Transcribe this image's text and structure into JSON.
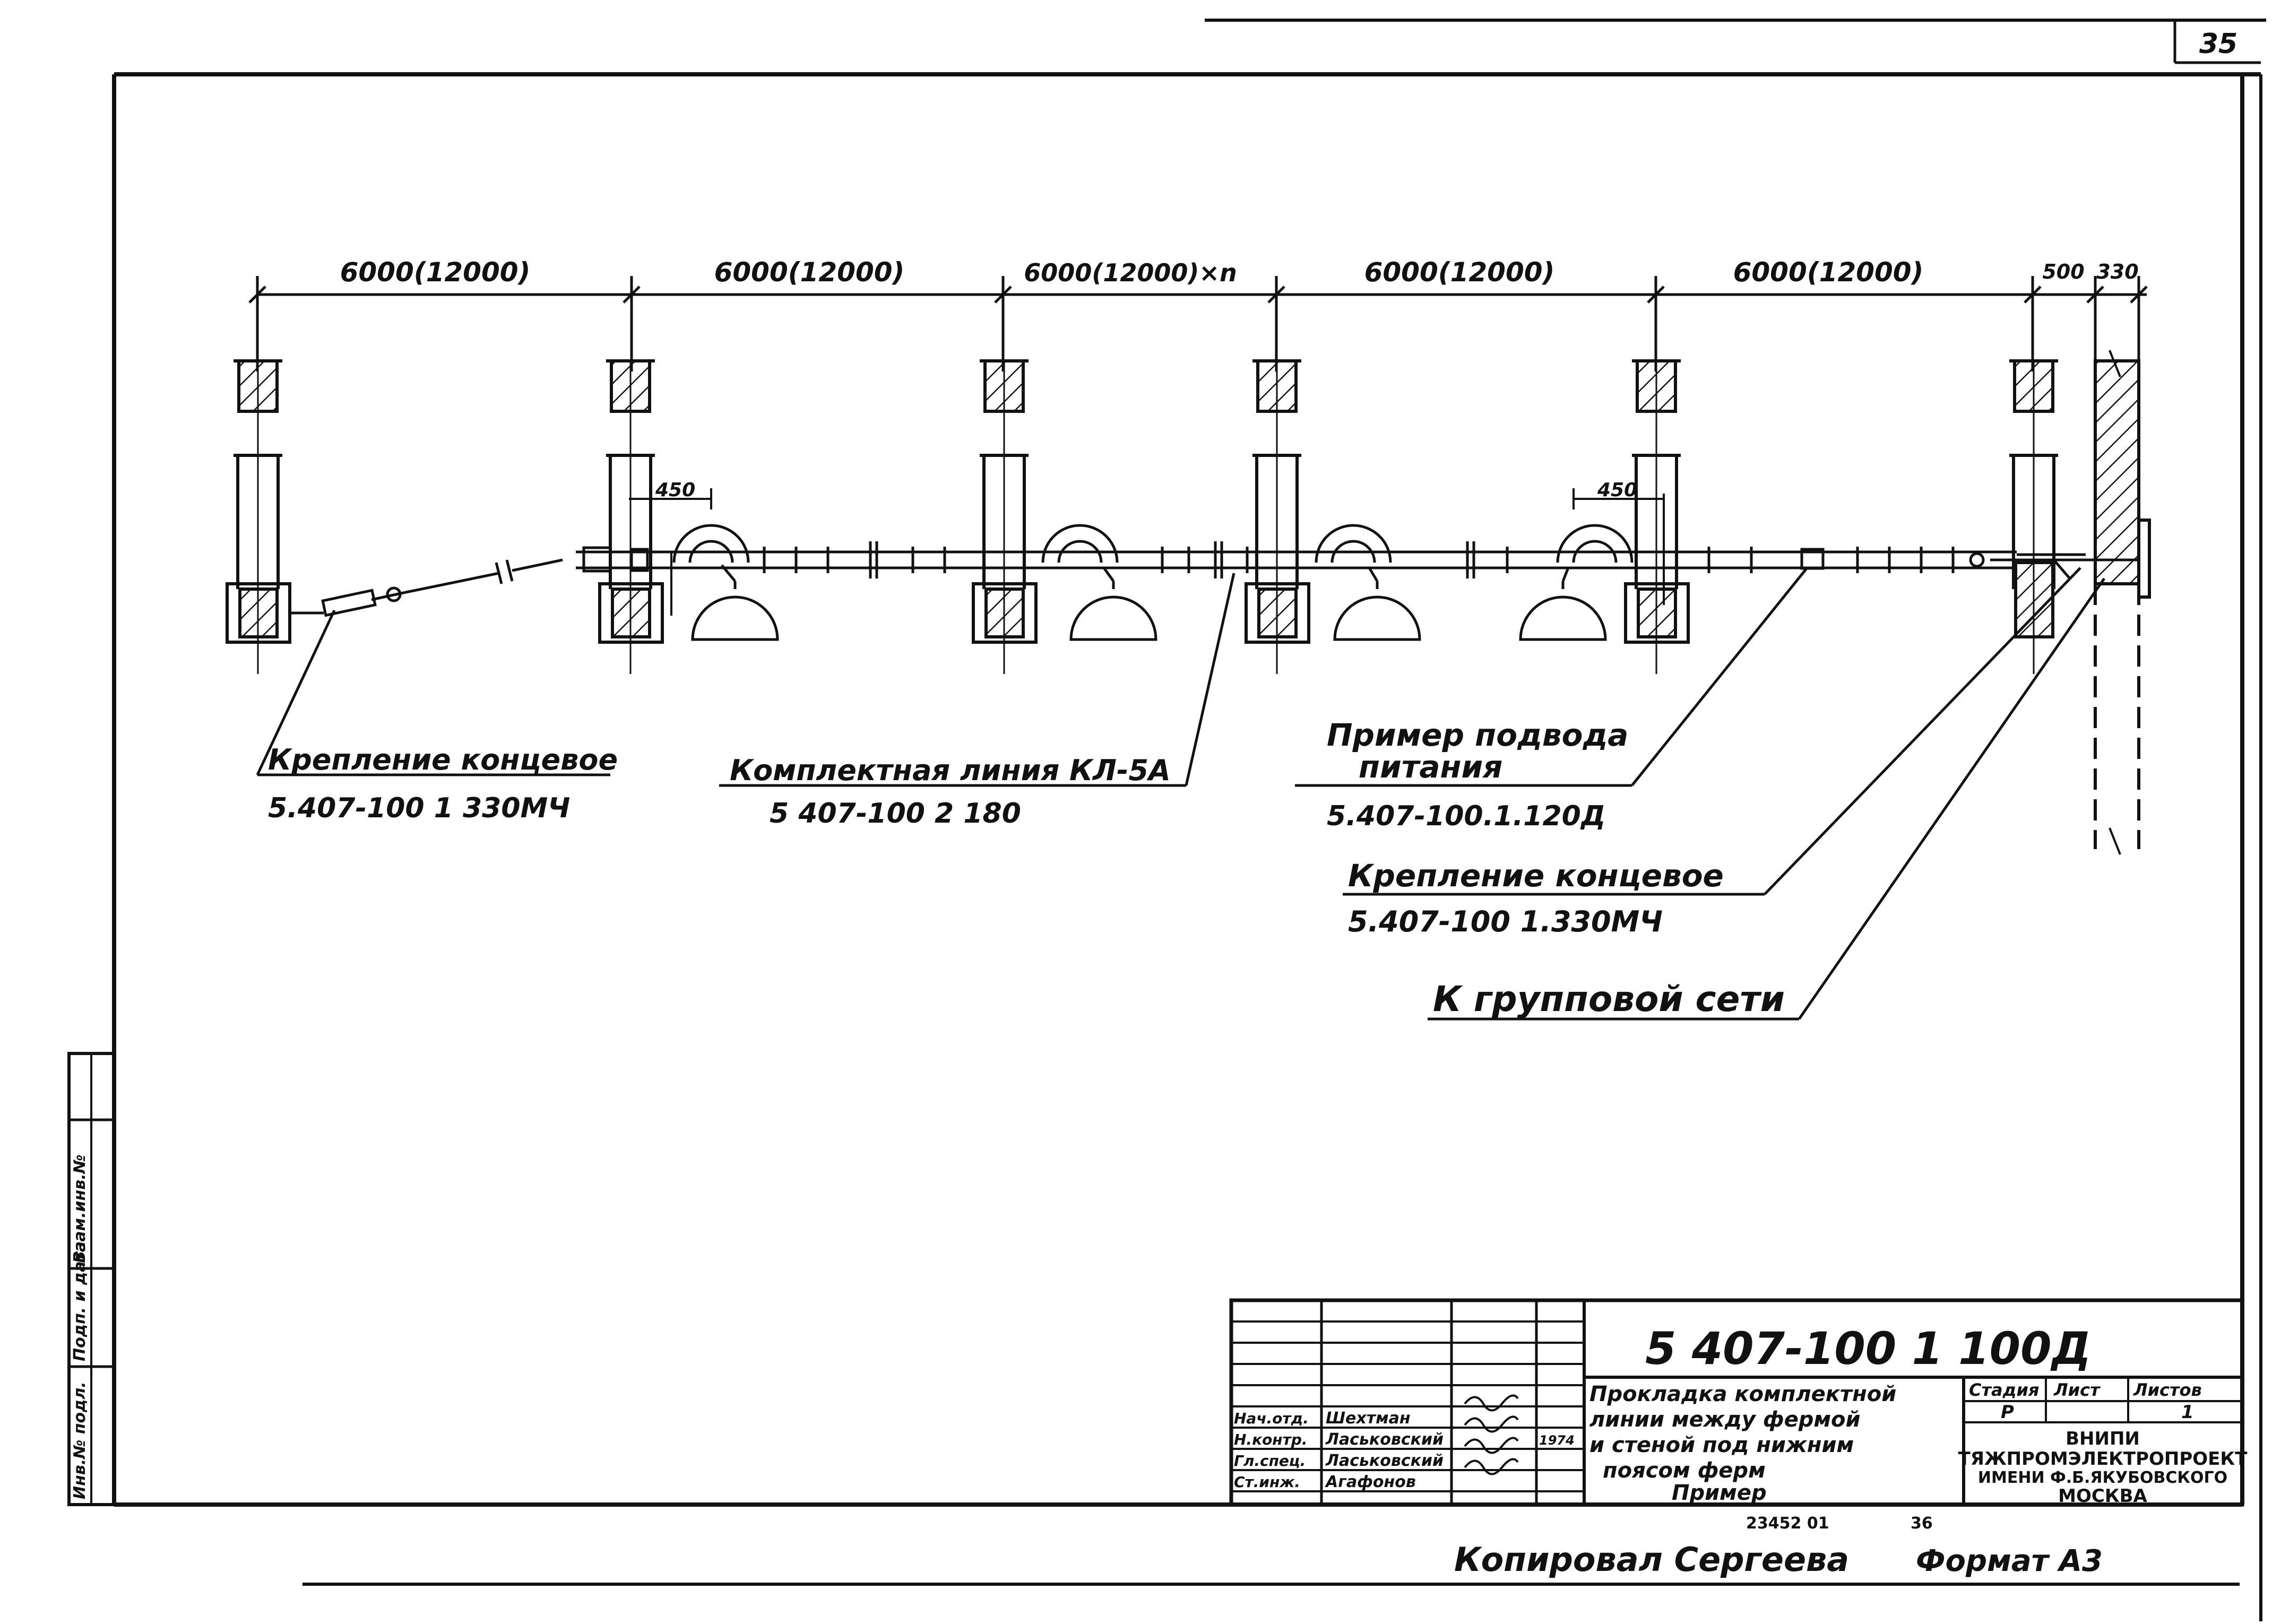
{
  "sheet": {
    "page_number": "35",
    "format": "Формат А3",
    "copied_by": "Копировал Сергеева",
    "archive_number": "23452 01",
    "archive_sheet": "36"
  },
  "dimensions": {
    "spans": [
      "6000(12000)",
      "6000(12000)",
      "6000(12000)×n",
      "6000(12000)",
      "6000(12000)"
    ],
    "end_offsets": [
      "500",
      "330"
    ],
    "branch_offsets": [
      "450",
      "450"
    ]
  },
  "callouts": {
    "end_fastening_left": {
      "title": "Крепление концевое",
      "code": "5.407-100 1 330МЧ"
    },
    "complete_line": {
      "title": "Комплектная линия КЛ-5А",
      "code": "5 407-100 2 180"
    },
    "power_example": {
      "title_line1": "Пример подвода",
      "title_line2": "питания",
      "code": "5.407-100.1.120Д"
    },
    "end_fastening_right": {
      "title": "Крепление концевое",
      "code": "5.407-100 1.330МЧ"
    },
    "group_network": {
      "title": "К групповой сети"
    }
  },
  "stamp": {
    "document_code": "5 407-100 1 100Д",
    "description": [
      "Прокладка комплектной",
      "линии между фермой",
      "и стеной под нижним",
      "поясом ферм",
      "Пример"
    ],
    "headers": {
      "stage": "Стадия",
      "sheet": "Лист",
      "sheets": "Листов"
    },
    "values": {
      "stage": "Р",
      "sheet": "",
      "sheets": "1"
    },
    "org": [
      "ВНИПИ",
      "ТЯЖПРОМЭЛЕКТРОПРОЕКТ",
      "ИМЕНИ Ф.Б.ЯКУБОВСКОГО",
      "МОСКВА"
    ],
    "roles": [
      {
        "role": "Нач.отд.",
        "name": "Шехтман",
        "date": ""
      },
      {
        "role": "Н.контр.",
        "name": "Ласьковский",
        "date": "1974"
      },
      {
        "role": "Гл.спец.",
        "name": "Ласьковский",
        "date": ""
      },
      {
        "role": "Ст.инж.",
        "name": "Агафонов",
        "date": ""
      }
    ]
  },
  "side_stamp": [
    "Инв.№ подл.",
    "Подп. и дата",
    "Взам.инв.№"
  ]
}
